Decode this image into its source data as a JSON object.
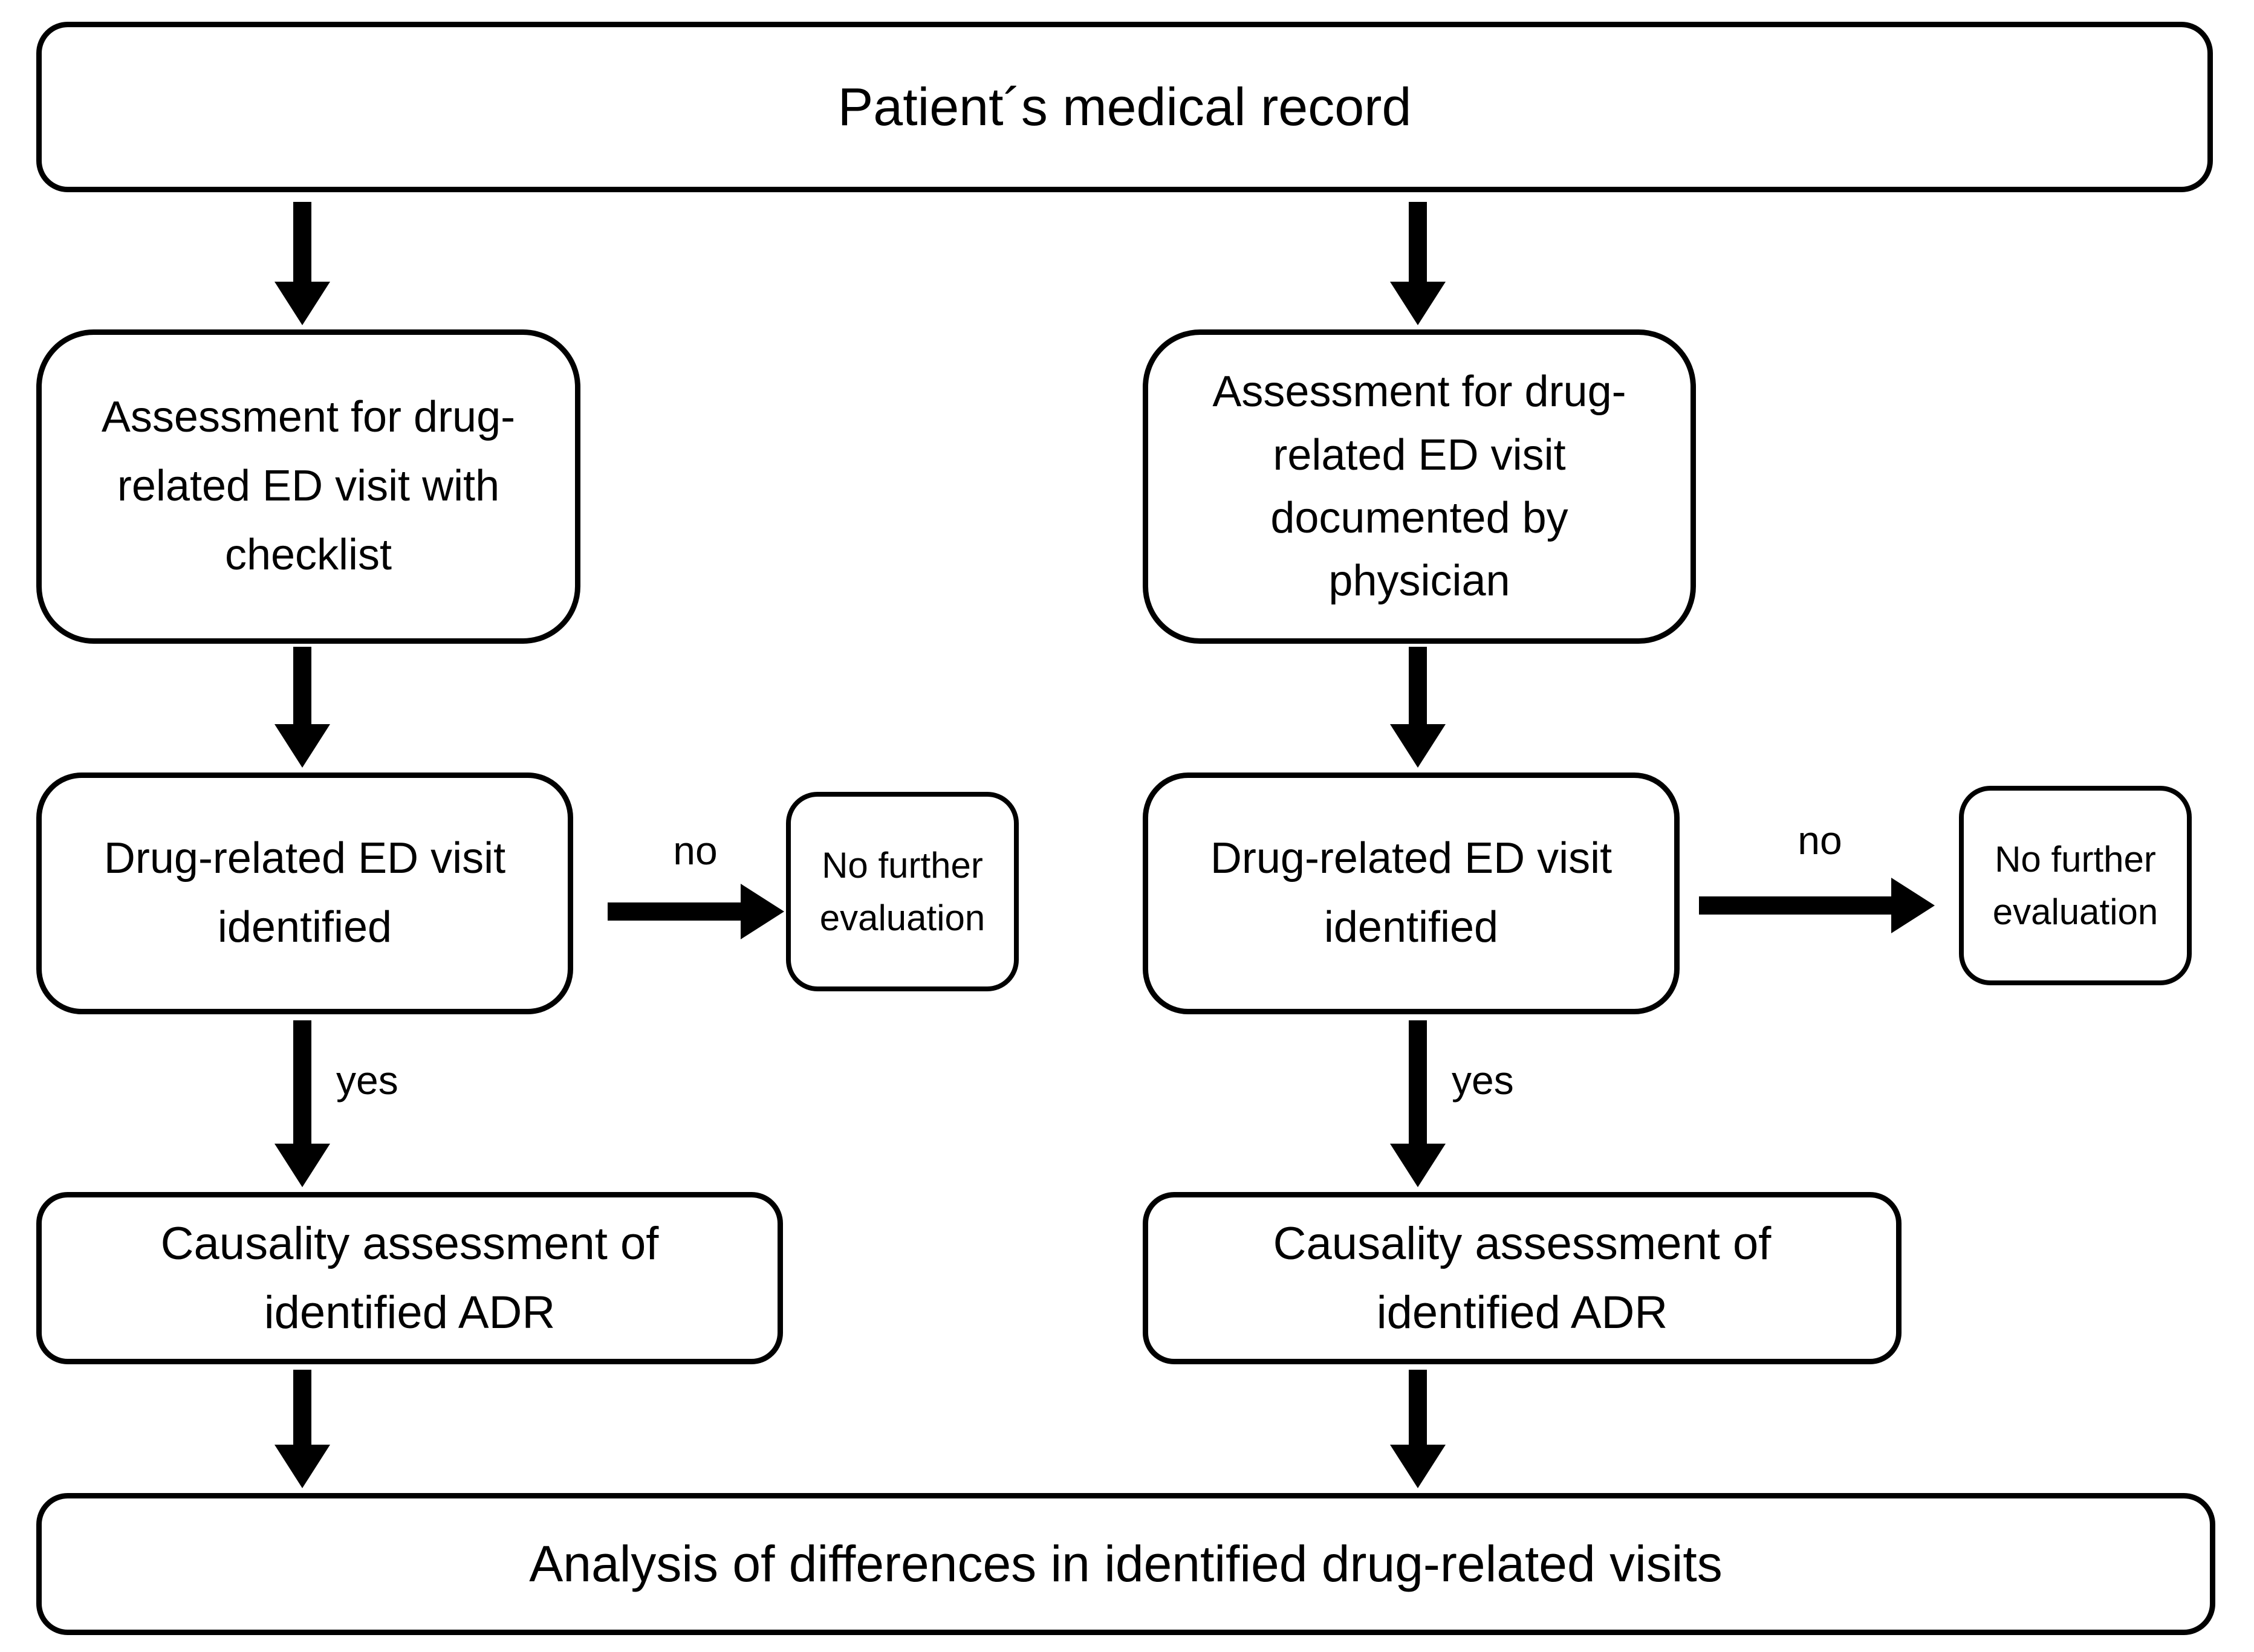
{
  "diagram": {
    "title_box": {
      "label": "Patient´s medical record"
    },
    "left_branch": {
      "assessment_box": {
        "label": "Assessment for drug-\nrelated ED visit with\nchecklist"
      },
      "identified_box": {
        "label": "Drug-related ED visit\nidentified"
      },
      "no_label": "no",
      "no_further_box": {
        "label": "No further\nevaluation"
      },
      "yes_label": "yes",
      "causality_box": {
        "label": "Causality assessment of\nidentified ADR"
      }
    },
    "right_branch": {
      "assessment_box": {
        "label": "Assessment for drug-\nrelated ED visit\ndocumented by\nphysician"
      },
      "identified_box": {
        "label": "Drug-related ED visit\nidentified"
      },
      "no_label": "no",
      "no_further_box": {
        "label": "No further\nevaluation"
      },
      "yes_label": "yes",
      "causality_box": {
        "label": "Causality assessment of\nidentified ADR"
      }
    },
    "bottom_box": {
      "label": "Analysis of differences in identified drug-related visits"
    },
    "colors": {
      "box_border": "#000000",
      "box_fill": "#ffffff",
      "text": "#000000",
      "background": "#ffffff"
    }
  }
}
